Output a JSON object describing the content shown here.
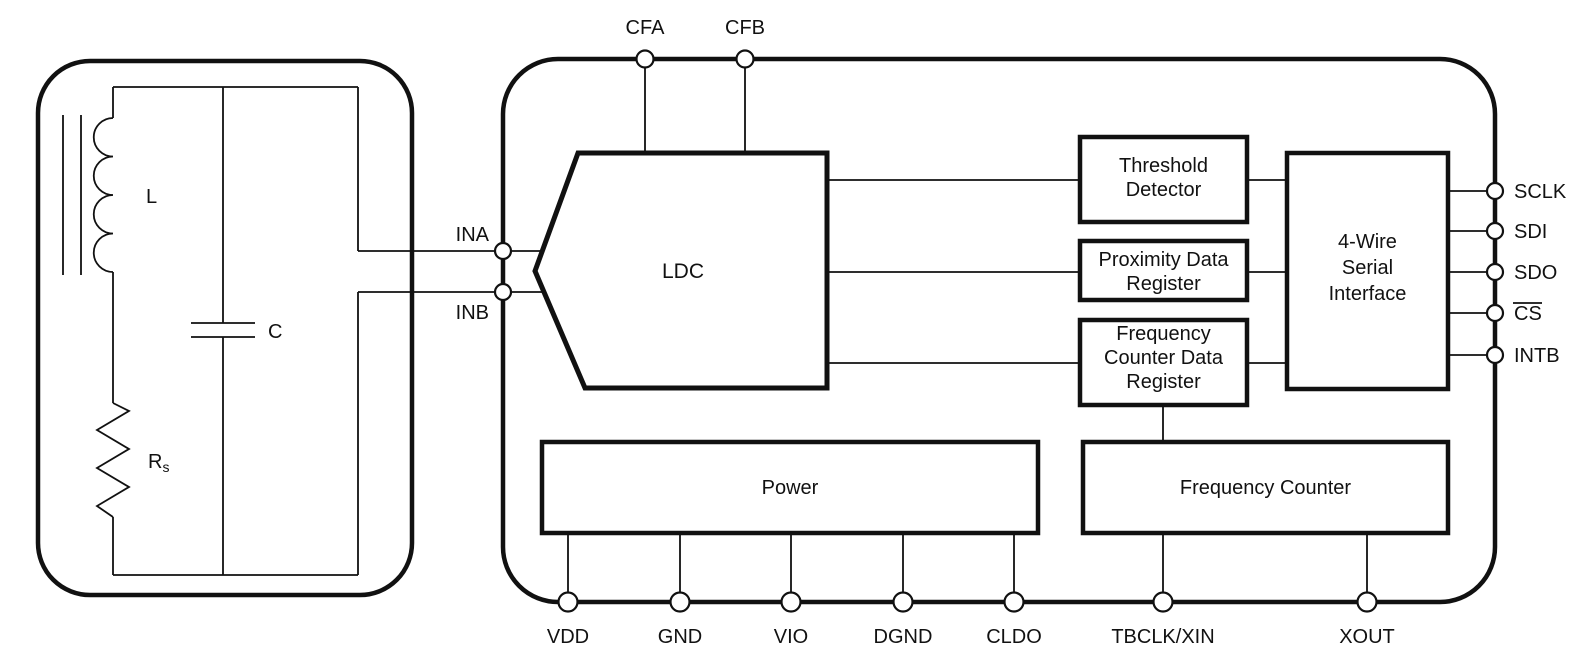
{
  "sensor": {
    "inductor_label": "L",
    "capacitor_label": "C",
    "resistor_label": "R",
    "resistor_sub": "s"
  },
  "chip": {
    "blocks": {
      "ldc": {
        "label": "LDC"
      },
      "threshold_detector": {
        "lines": [
          "Threshold",
          "Detector"
        ]
      },
      "proximity_register": {
        "lines": [
          "Proximity Data",
          "Register"
        ]
      },
      "freq_counter_register": {
        "lines": [
          "Frequency",
          "Counter Data",
          "Register"
        ]
      },
      "serial_interface": {
        "lines": [
          "4-Wire",
          "Serial",
          "Interface"
        ]
      },
      "power": {
        "label": "Power"
      },
      "frequency_counter": {
        "label": "Frequency Counter"
      }
    },
    "pins": {
      "top": [
        "CFA",
        "CFB"
      ],
      "left": [
        "INA",
        "INB"
      ],
      "right": [
        "SCLK",
        "SDI",
        "SDO",
        "CS",
        "INTB"
      ],
      "bottom": [
        "VDD",
        "GND",
        "VIO",
        "DGND",
        "CLDO",
        "TBCLK/XIN",
        "XOUT"
      ]
    }
  },
  "colors": {
    "line": "#111111",
    "background": "#ffffff"
  }
}
